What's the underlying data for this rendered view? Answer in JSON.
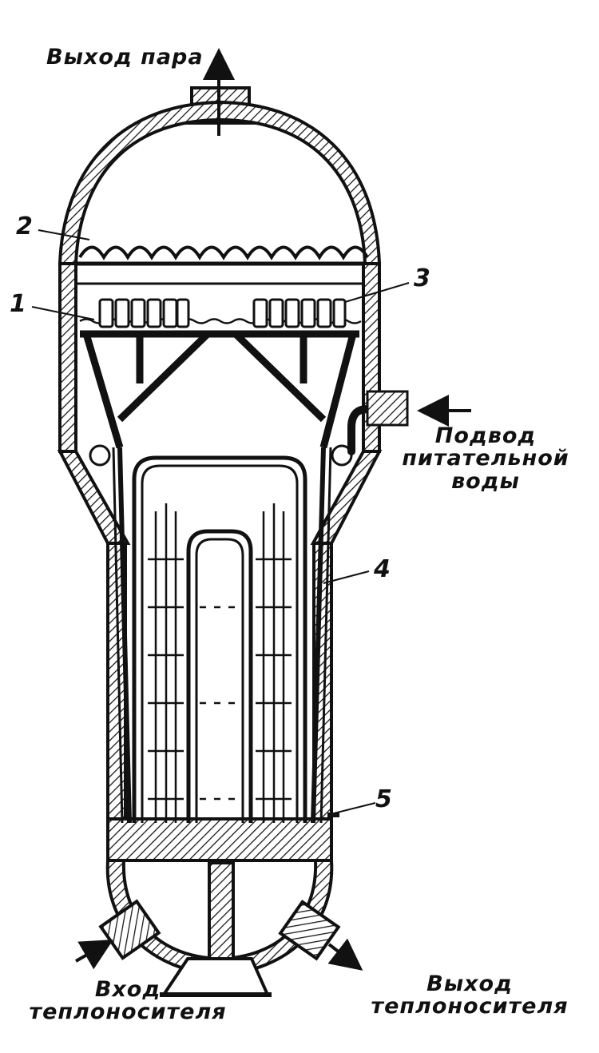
{
  "labels": {
    "steam_out": "Выход пара",
    "feedwater_in": [
      "Подвод",
      "питательной",
      "воды"
    ],
    "coolant_in": [
      "Вход",
      "теплоносителя"
    ],
    "coolant_out": [
      "Выход",
      "теплоносителя"
    ]
  },
  "callouts": [
    "1",
    "2",
    "3",
    "4",
    "5"
  ],
  "colors": {
    "ink": "#111111",
    "paper": "#ffffff"
  }
}
